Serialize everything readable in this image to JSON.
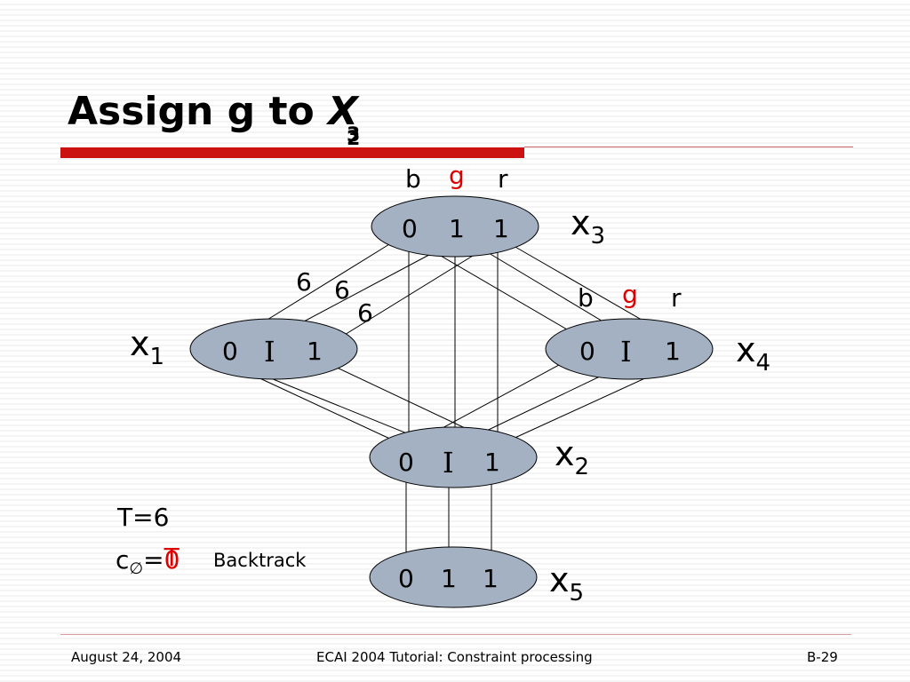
{
  "title": {
    "text": "Assign g to ",
    "variable": "X",
    "subscript_a": "3",
    "subscript_b": "2"
  },
  "color_labels": {
    "b": "b",
    "g": "g",
    "r": "r"
  },
  "nodes": {
    "x3": {
      "label": "x",
      "sub": "3",
      "values": [
        "0",
        "1",
        "1"
      ]
    },
    "x1": {
      "label": "x",
      "sub": "1",
      "values": [
        "0",
        "I",
        "1"
      ]
    },
    "x4": {
      "label": "x",
      "sub": "4",
      "values": [
        "0",
        "I",
        "1"
      ]
    },
    "x2": {
      "label": "x",
      "sub": "2",
      "values": [
        "0",
        "I",
        "1"
      ]
    },
    "x5": {
      "label": "x",
      "sub": "5",
      "values": [
        "0",
        "1",
        "1"
      ]
    }
  },
  "edge_costs": [
    "6",
    "6",
    "6"
  ],
  "bounds": {
    "T_label": "T=6",
    "c_prefix": "c",
    "c_sub": "∅",
    "c_eq": "=",
    "c_value_a": "0",
    "c_value_b": "T",
    "backtrack": "Backtrack"
  },
  "footer": {
    "date": "August 24, 2004",
    "center": "ECAI 2004 Tutorial: Constraint processing",
    "page": "B-29"
  },
  "colors": {
    "accent": "#cc1111",
    "node_fill": "#a3b1c2",
    "red_text": "#dd0000"
  }
}
